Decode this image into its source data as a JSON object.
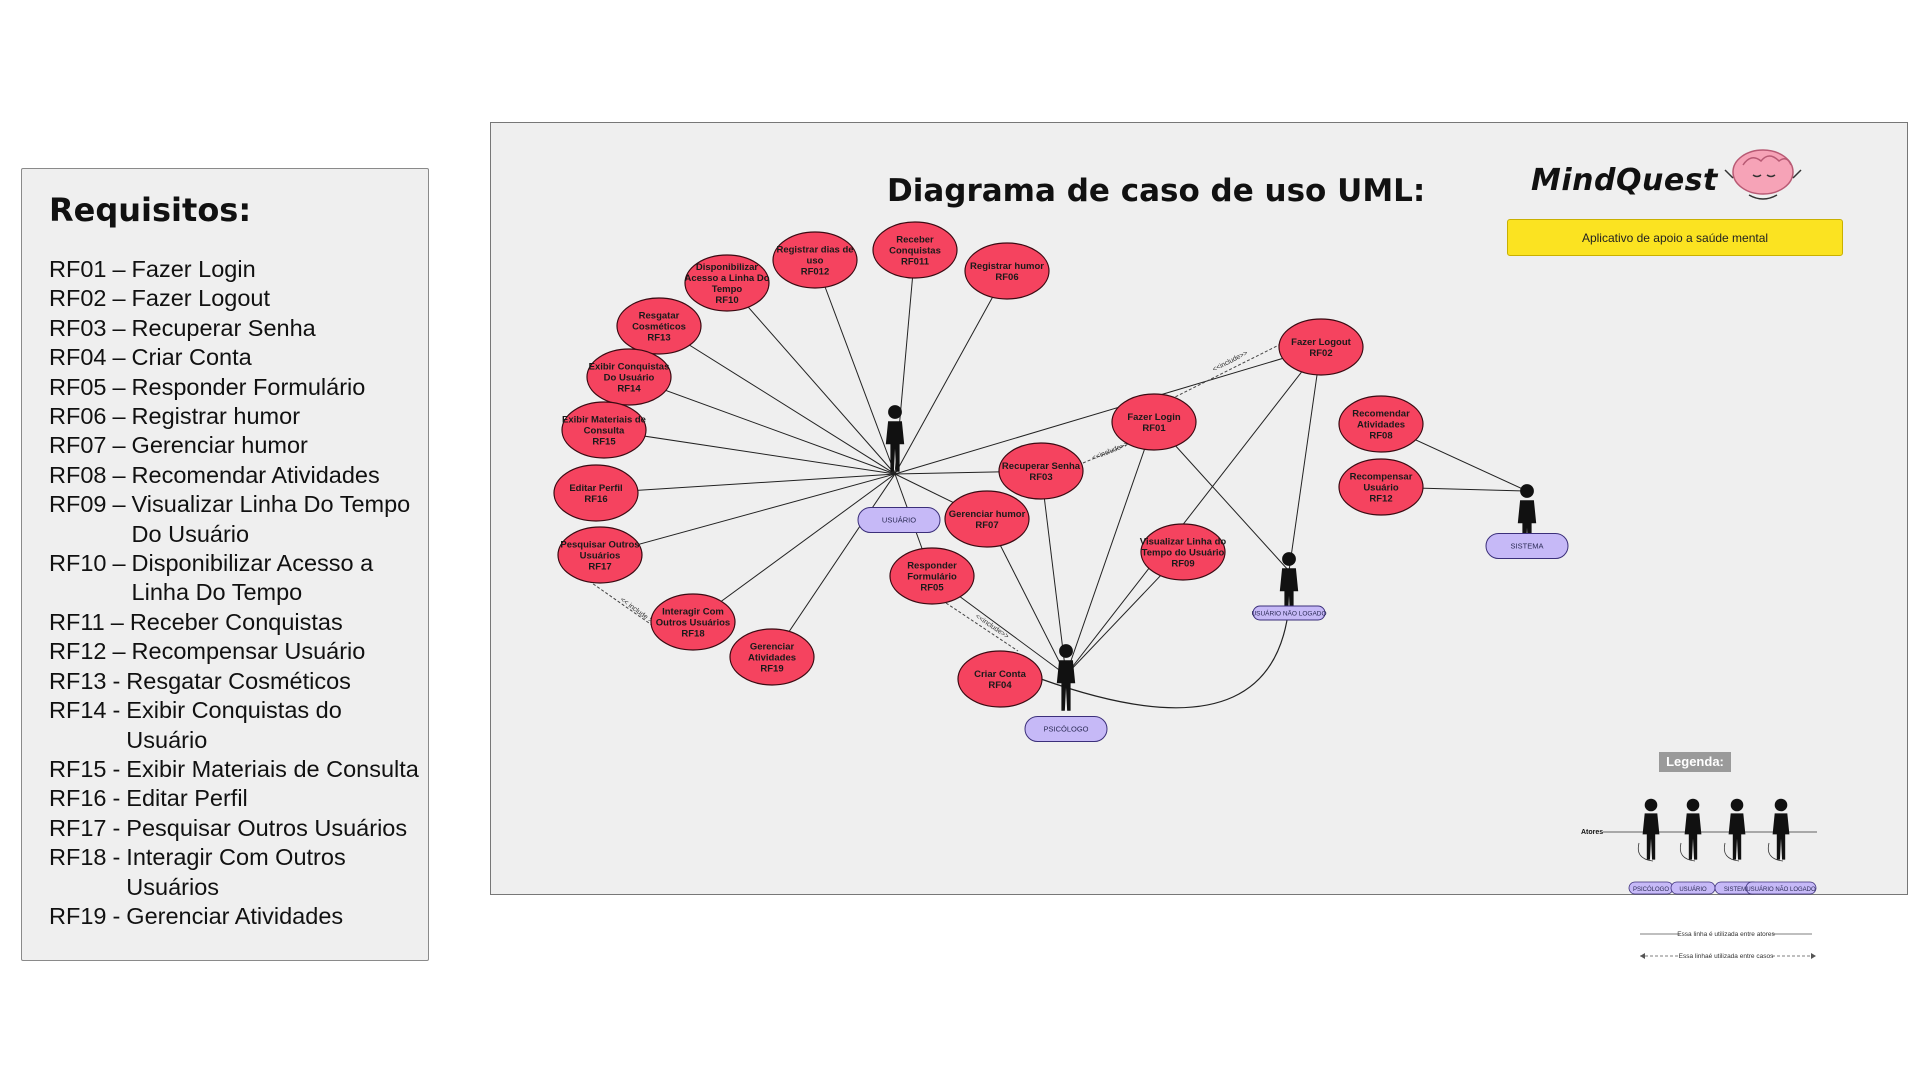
{
  "requirements": {
    "title": "Requisitos:",
    "items": [
      {
        "code": "RF01",
        "sep": "–",
        "text": "Fazer Login"
      },
      {
        "code": "RF02",
        "sep": "–",
        "text": "Fazer Logout"
      },
      {
        "code": "RF03",
        "sep": "–",
        "text": "Recuperar Senha"
      },
      {
        "code": "RF04",
        "sep": "–",
        "text": "Criar Conta"
      },
      {
        "code": "RF05",
        "sep": "–",
        "text": "Responder Formulário"
      },
      {
        "code": "RF06",
        "sep": "–",
        "text": "Registrar humor"
      },
      {
        "code": "RF07",
        "sep": "–",
        "text": "Gerenciar humor"
      },
      {
        "code": "RF08",
        "sep": "–",
        "text": "Recomendar Atividades"
      },
      {
        "code": "RF09",
        "sep": "–",
        "text": "Visualizar Linha Do Tempo\nDo Usuário"
      },
      {
        "code": "RF10",
        "sep": "–",
        "text": "Disponibilizar Acesso a\nLinha Do Tempo"
      },
      {
        "code": "RF11",
        "sep": "–",
        "text": "Receber Conquistas"
      },
      {
        "code": "RF12",
        "sep": "–",
        "text": "Recompensar Usuário"
      },
      {
        "code": "RF13",
        "sep": "-",
        "text": "Resgatar Cosméticos"
      },
      {
        "code": "RF14",
        "sep": "-",
        "text": "Exibir Conquistas do\nUsuário"
      },
      {
        "code": "RF15",
        "sep": "-",
        "text": "Exibir Materiais de Consulta"
      },
      {
        "code": "RF16",
        "sep": "-",
        "text": "Editar Perfil"
      },
      {
        "code": "RF17",
        "sep": "-",
        "text": "Pesquisar Outros Usuários"
      },
      {
        "code": "RF18",
        "sep": "-",
        "text": "Interagir Com Outros\nUsuários"
      },
      {
        "code": "RF19",
        "sep": "-",
        "text": "Gerenciar Atividades"
      }
    ]
  },
  "diagram": {
    "title": "Diagrama de caso de uso UML:",
    "brand": "MindQuest",
    "tagline": "Aplicativo de apoio a saúde mental",
    "colors": {
      "usecase_fill": "#f5435f",
      "usecase_stroke": "#3a0a12",
      "actor_label_fill": "#c6b9f7",
      "actor_label_stroke": "#3b2f7a",
      "tagline_bg": "#fbe321"
    },
    "actors": [
      {
        "id": "usuario",
        "label": "USUÁRIO"
      },
      {
        "id": "psicologo",
        "label": "PSICÓLOGO"
      },
      {
        "id": "nao_logado",
        "label": "USUÁRIO NÃO LOGADO"
      },
      {
        "id": "sistema",
        "label": "SISTEMA"
      }
    ],
    "use_cases": [
      {
        "id": "rf012",
        "lines": [
          "Registrar dias de",
          "uso",
          "RF012"
        ]
      },
      {
        "id": "rf011",
        "lines": [
          "Receber",
          "Conquistas",
          "RF011"
        ]
      },
      {
        "id": "rf06",
        "lines": [
          "Registrar humor",
          "RF06"
        ]
      },
      {
        "id": "rf10",
        "lines": [
          "Disponibilizar",
          "Acesso a Linha Do",
          "Tempo",
          "RF10"
        ]
      },
      {
        "id": "rf13",
        "lines": [
          "Resgatar",
          "Cosméticos",
          "RF13"
        ]
      },
      {
        "id": "rf14",
        "lines": [
          "Exibir Conquistas",
          "Do Usuário",
          "RF14"
        ]
      },
      {
        "id": "rf15",
        "lines": [
          "Exibir Materiais de",
          "Consulta",
          "RF15"
        ]
      },
      {
        "id": "rf16",
        "lines": [
          "Editar Perfil",
          "RF16"
        ]
      },
      {
        "id": "rf17",
        "lines": [
          "Pesquisar Outros",
          "Usuários",
          "RF17"
        ]
      },
      {
        "id": "rf18",
        "lines": [
          "Interagir Com",
          "Outros Usuários",
          "RF18"
        ]
      },
      {
        "id": "rf19",
        "lines": [
          "Gerenciar",
          "Atividades",
          "RF19"
        ]
      },
      {
        "id": "rf02",
        "lines": [
          "Fazer Logout",
          "RF02"
        ]
      },
      {
        "id": "rf01",
        "lines": [
          "Fazer Login",
          "RF01"
        ]
      },
      {
        "id": "rf03",
        "lines": [
          "Recuperar Senha",
          "RF03"
        ]
      },
      {
        "id": "rf07",
        "lines": [
          "Gerenciar humor",
          "RF07"
        ]
      },
      {
        "id": "rf05",
        "lines": [
          "Responder",
          "Formulário",
          "RF05"
        ]
      },
      {
        "id": "rf09",
        "lines": [
          "Visualizar Linha do",
          "Tempo do Usuário",
          "RF09"
        ]
      },
      {
        "id": "rf04",
        "lines": [
          "Criar Conta",
          "RF04"
        ]
      },
      {
        "id": "rf08",
        "lines": [
          "Recomendar",
          "Atividades",
          "RF08"
        ]
      },
      {
        "id": "rf12",
        "lines": [
          "Recompensar",
          "Usuário",
          "RF12"
        ]
      }
    ],
    "associations": [
      [
        "usuario",
        "rf012"
      ],
      [
        "usuario",
        "rf011"
      ],
      [
        "usuario",
        "rf06"
      ],
      [
        "usuario",
        "rf10"
      ],
      [
        "usuario",
        "rf13"
      ],
      [
        "usuario",
        "rf14"
      ],
      [
        "usuario",
        "rf15"
      ],
      [
        "usuario",
        "rf16"
      ],
      [
        "usuario",
        "rf17"
      ],
      [
        "usuario",
        "rf18"
      ],
      [
        "usuario",
        "rf19"
      ],
      [
        "usuario",
        "rf02"
      ],
      [
        "usuario",
        "rf03"
      ],
      [
        "usuario",
        "rf07"
      ],
      [
        "usuario",
        "rf05"
      ],
      [
        "psicologo",
        "rf05"
      ],
      [
        "psicologo",
        "rf07"
      ],
      [
        "psicologo",
        "rf03"
      ],
      [
        "psicologo",
        "rf01"
      ],
      [
        "psicologo",
        "rf02"
      ],
      [
        "psicologo",
        "rf09"
      ],
      [
        "nao_logado",
        "rf01"
      ],
      [
        "nao_logado",
        "rf02"
      ],
      [
        "sistema",
        "rf08"
      ],
      [
        "sistema",
        "rf12"
      ]
    ],
    "include_label": "<<include>>",
    "includes_left": "<< include >>",
    "include_rf05": "<<include>>",
    "legend": {
      "title": "Legenda:",
      "row_label": "Atores",
      "actors": [
        "PSICÓLOGO",
        "USUÁRIO",
        "SISTEMA",
        "USUÁRIO NÃO LOGADO"
      ],
      "line_note_actors": "Essa linha é utilizada entre atores",
      "line_note_cases": "Essa linhaé utilizada entre casos"
    }
  }
}
